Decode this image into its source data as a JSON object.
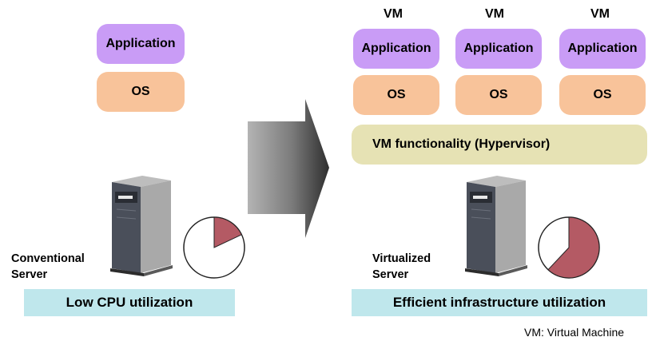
{
  "left": {
    "app_label": "Application",
    "os_label": "OS",
    "server_label_line1": "Conventional",
    "server_label_line2": "Server",
    "caption": "Low CPU utilization",
    "cpu_utilization_fraction": 0.18
  },
  "right": {
    "vms": [
      {
        "title": "VM",
        "app_label": "Application",
        "os_label": "OS"
      },
      {
        "title": "VM",
        "app_label": "Application",
        "os_label": "OS"
      },
      {
        "title": "VM",
        "app_label": "Application",
        "os_label": "OS"
      }
    ],
    "hypervisor_label": "VM functionality (Hypervisor)",
    "server_label_line1": "Virtualized",
    "server_label_line2": "Server",
    "caption": "Efficient infrastructure utilization",
    "cpu_utilization_fraction": 0.62
  },
  "footnote": "VM: Virtual Machine",
  "colors": {
    "application": "#c99cf6",
    "os": "#f8c39a",
    "hypervisor": "#e6e2b4",
    "caption_bar": "#bfe7ec",
    "pie_fill": "#b45a64"
  }
}
